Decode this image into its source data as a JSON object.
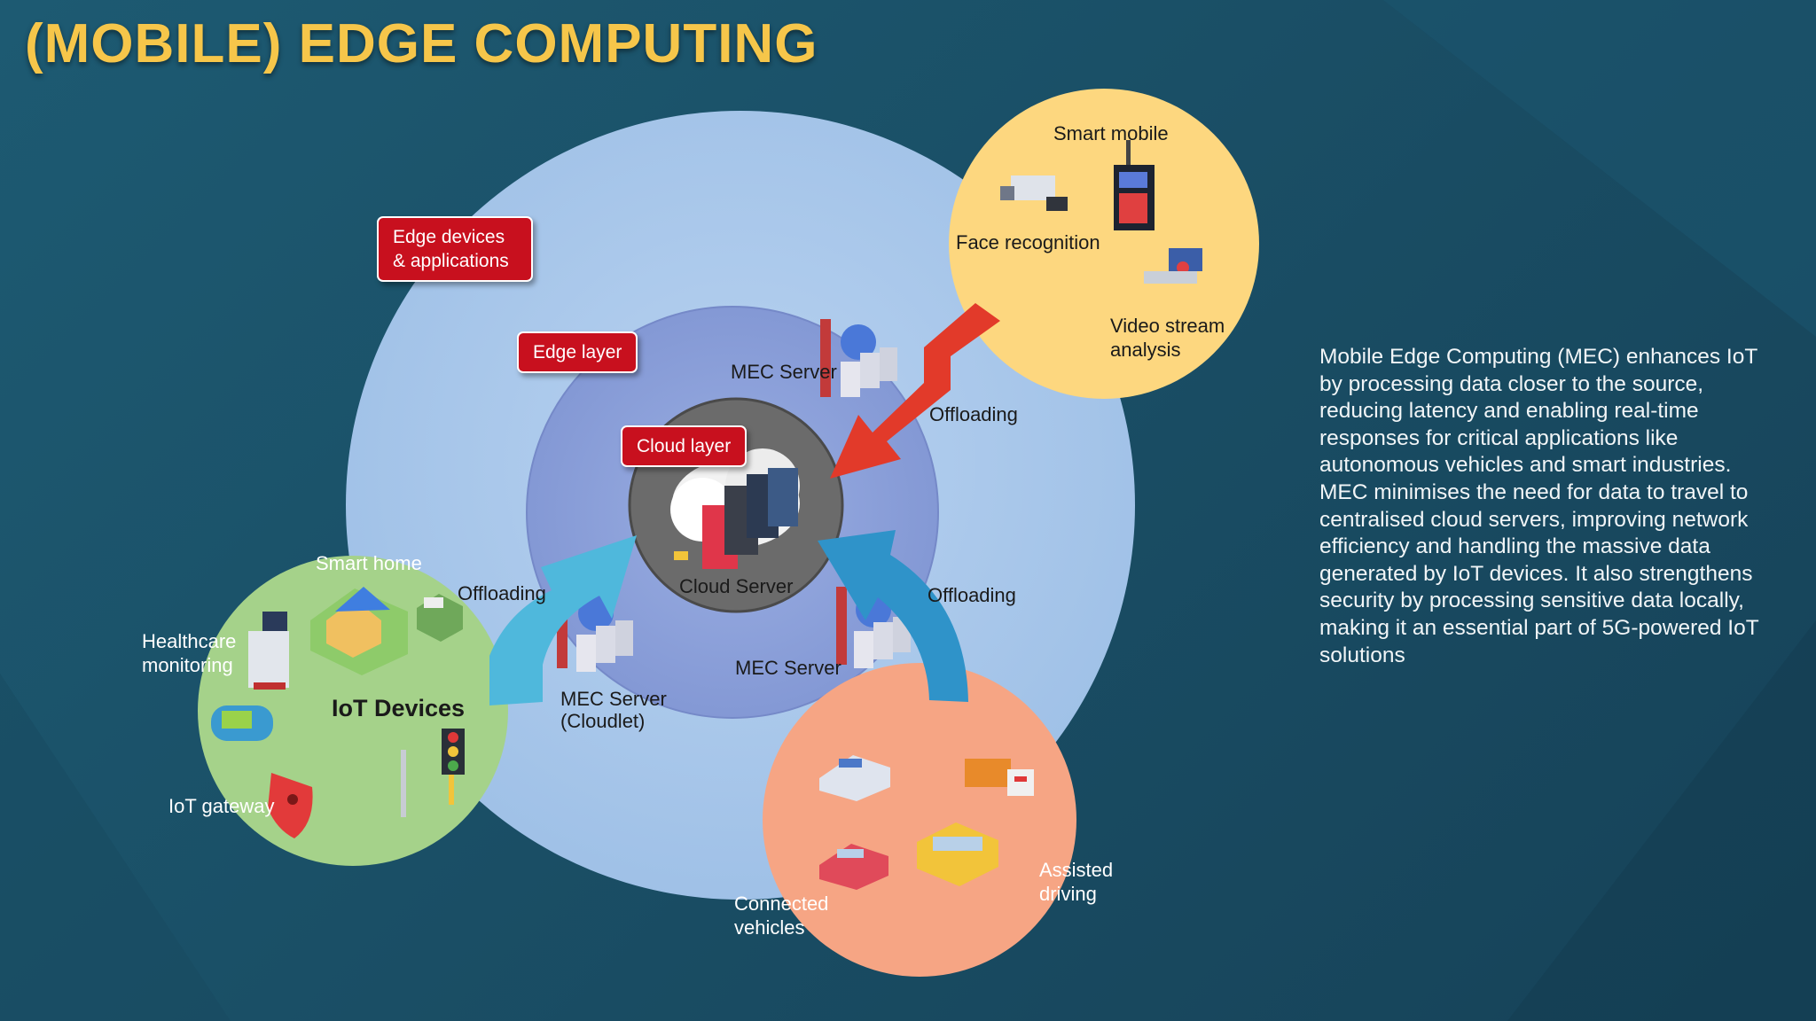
{
  "title": "(MOBILE) EDGE COMPUTING",
  "layers": {
    "edge_devices": "Edge devices & applications",
    "edge_layer": "Edge layer",
    "cloud_layer": "Cloud layer"
  },
  "servers": {
    "cloud": "Cloud Server",
    "mec_top": "MEC Server",
    "mec_left": "MEC Server (Cloudlet)",
    "mec_right": "MEC Server"
  },
  "offloading": [
    "Offloading",
    "Offloading",
    "Offloading"
  ],
  "iot": {
    "title": "IoT Devices",
    "smart_home": "Smart home",
    "healthcare": "Healthcare monitoring",
    "gateway": "IoT gateway"
  },
  "smart": {
    "mobile": "Smart mobile",
    "face": "Face recognition",
    "video": "Video stream analysis"
  },
  "vehicles": {
    "connected": "Connected vehicles",
    "assisted": "Assisted driving"
  },
  "description": "Mobile Edge Computing (MEC) enhances IoT by processing data closer to the source, reducing latency and enabling real-time responses for critical applications like autonomous vehicles and smart industries. MEC minimises the need for data to travel to centralised cloud servers, improving network efficiency and handling the massive data generated by IoT devices. It also strengthens security by processing sensitive data locally, making it an essential part of 5G-powered IoT solutions",
  "colors": {
    "title": "#f6c64a",
    "tag": "#c8101e",
    "outer_circle": "#a9c8ea",
    "edge_circle": "#8ea3dc",
    "cloud_circle": "#6e6e6e",
    "iot_circle": "#a5d28a",
    "smart_circle": "#fdd77f",
    "vehicle_circle": "#f6a584",
    "offload_arrow_top": "#e23a2a",
    "offload_arrow_left": "#4fb8dc",
    "offload_arrow_right": "#2f93c9"
  }
}
